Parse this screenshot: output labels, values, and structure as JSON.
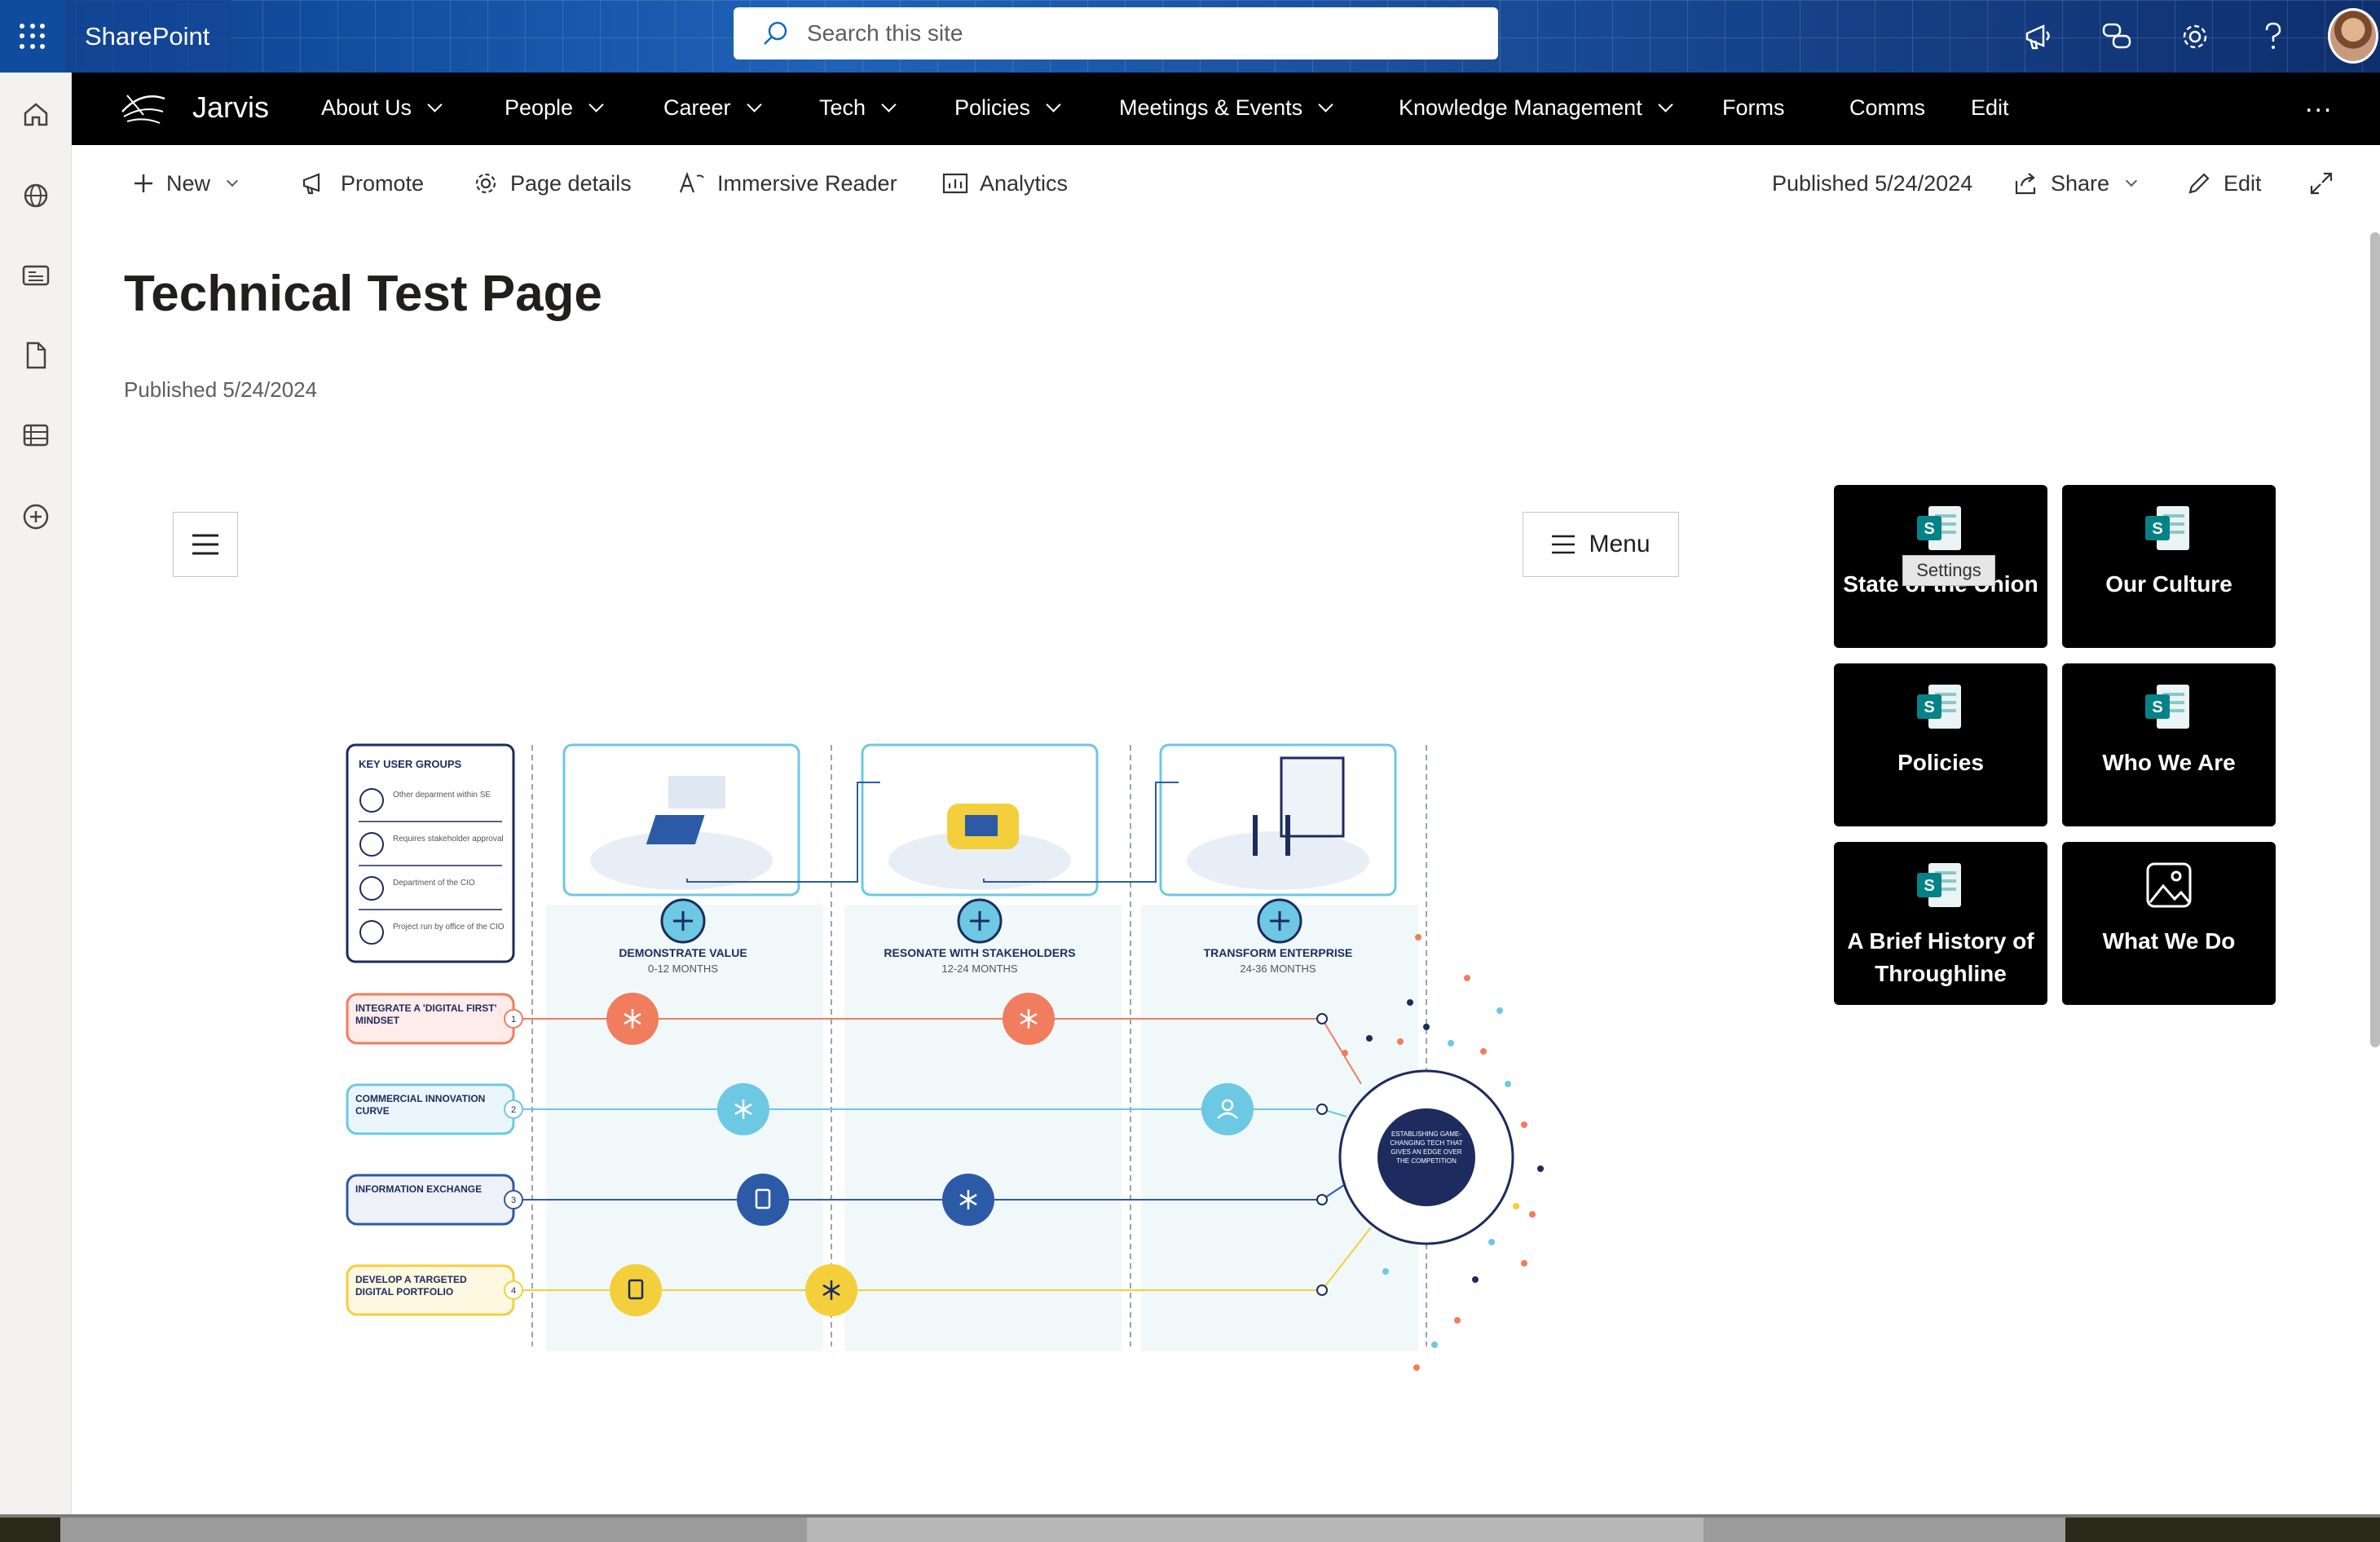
{
  "suite": {
    "brand": "SharePoint",
    "search_placeholder": "Search this site"
  },
  "hub": {
    "site_name": "Jarvis",
    "nav": [
      {
        "label": "About Us",
        "dropdown": true
      },
      {
        "label": "People",
        "dropdown": true
      },
      {
        "label": "Career",
        "dropdown": true
      },
      {
        "label": "Tech",
        "dropdown": true
      },
      {
        "label": "Policies",
        "dropdown": true
      },
      {
        "label": "Meetings & Events",
        "dropdown": true
      },
      {
        "label": "Knowledge Management",
        "dropdown": true
      },
      {
        "label": "Forms",
        "dropdown": false
      },
      {
        "label": "Comms",
        "dropdown": false
      },
      {
        "label": "Edit",
        "dropdown": false
      }
    ],
    "more_label": "..."
  },
  "command": {
    "new": "New",
    "promote": "Promote",
    "page_details": "Page details",
    "immersive_reader": "Immersive Reader",
    "analytics": "Analytics",
    "published": "Published 5/24/2024",
    "share": "Share",
    "edit": "Edit"
  },
  "page": {
    "title": "Technical Test Page",
    "published": "Published 5/24/2024"
  },
  "webpart": {
    "menu_label": "Menu"
  },
  "tiles": [
    {
      "label": "State of the Union",
      "icon": "sharepoint-icon"
    },
    {
      "label": "Our Culture",
      "icon": "sharepoint-icon"
    },
    {
      "label": "Policies",
      "icon": "sharepoint-icon"
    },
    {
      "label": "Who We Are",
      "icon": "sharepoint-icon"
    },
    {
      "label": "A Brief History of Throughline",
      "icon": "sharepoint-icon"
    },
    {
      "label": "What We Do",
      "icon": "image-icon"
    }
  ],
  "tooltip": "Settings",
  "infographic": {
    "key_title": "KEY USER GROUPS",
    "key_items": [
      "Other deparment within SE",
      "Requires stakeholder approval",
      "Department of the CIO",
      "Project run by office of the CIO"
    ],
    "stages": [
      {
        "title": "DEMONSTRATE VALUE",
        "range": "0-12 MONTHS"
      },
      {
        "title": "RESONATE WITH STAKEHOLDERS",
        "range": "12-24 MONTHS"
      },
      {
        "title": "TRANSFORM ENTERPRISE",
        "range": "24-36 MONTHS"
      }
    ],
    "rows": [
      {
        "label": "INTEGRATE A 'DIGITAL FIRST' MINDSET",
        "num": "1",
        "color": "#ef7d5e"
      },
      {
        "label": "COMMERCIAL INNOVATION CURVE",
        "num": "2",
        "color": "#6cc8e3"
      },
      {
        "label": "INFORMATION EXCHANGE",
        "num": "3",
        "color": "#2d5aa6"
      },
      {
        "label": "DEVELOP A TARGETED DIGITAL PORTFOLIO",
        "num": "4",
        "color": "#f4cf3c"
      }
    ],
    "goal": "ESTABLISHING GAME-CHANGING TECH THAT GIVES AN EDGE OVER THE COMPETITION"
  },
  "colors": {
    "suite": "#1f62b8",
    "hub": "#000000",
    "tile": "#000000",
    "navy": "#1d2b5e",
    "teal": "#5bc1d8"
  }
}
